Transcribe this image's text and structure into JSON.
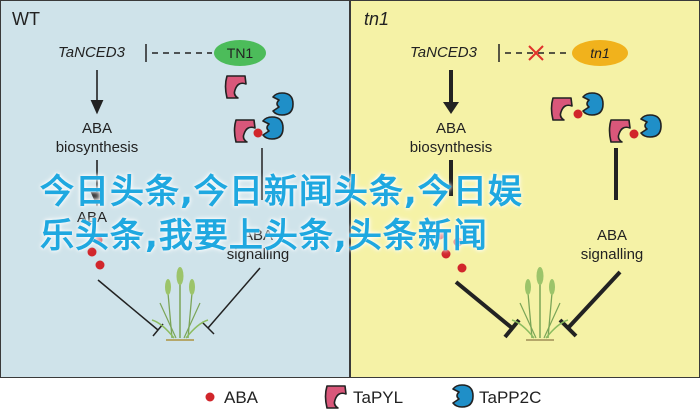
{
  "panels": {
    "wt": {
      "title": "WT",
      "gene": "TaNCED3",
      "protein": "TN1",
      "aba_biosynthesis": [
        "ABA",
        "biosynthesis"
      ],
      "aba": "ABA",
      "signalling": [
        "ABA",
        "signalling"
      ]
    },
    "tn1": {
      "title": "tn1",
      "gene": "TaNCED3",
      "protein": "tn1",
      "aba_biosynthesis": [
        "ABA",
        "biosynthesis"
      ],
      "signalling": [
        "ABA",
        "signalling"
      ]
    }
  },
  "legend": {
    "aba": "ABA",
    "pyl": "TaPYL",
    "pp2c": "TaPP2C"
  },
  "watermark": {
    "line1": "今日头条,今日新闻头条,今日娱",
    "line2": "乐头条,我要上头条,头条新闻"
  },
  "colors": {
    "wt_bg": "#cfe3ea",
    "tn1_bg": "#f5f2a6",
    "tn1_protein_wt": "#4cbc5a",
    "tn1_protein_mut": "#f1b21c",
    "pyl": "#d9577a",
    "pp2c": "#1f8fc8",
    "aba_dot": "#d1262b",
    "cross": "#e0322b",
    "watermark": "#1fa8e0"
  }
}
